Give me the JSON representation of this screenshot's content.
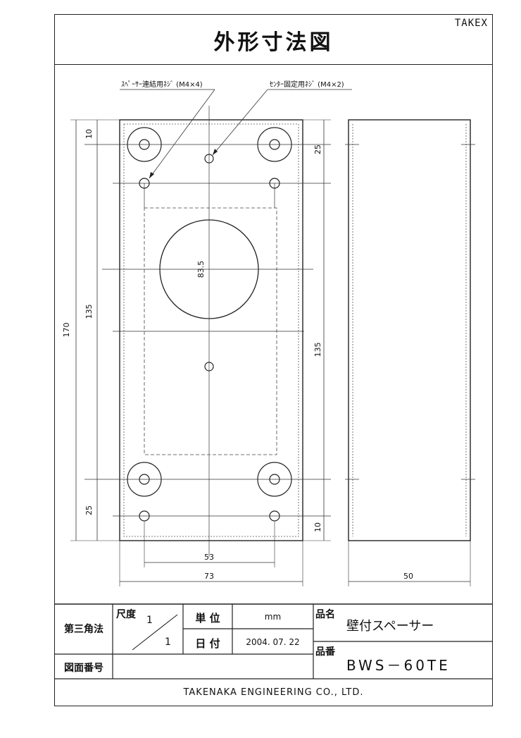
{
  "header": {
    "title": "外形寸法図",
    "brand": "TAKEX"
  },
  "callouts": {
    "spacer_screw": "ｽﾍﾟｰｻｰ連結用ﾈｼﾞ (M4×4)",
    "center_screw": "ｾﾝﾀｰ固定用ﾈｼﾞ (M4×2)"
  },
  "dimensions": {
    "left_top": "10",
    "left_mid": "135",
    "left_bottom": "25",
    "overall_height": "170",
    "center_dia": "83.5",
    "right_top": "25",
    "right_mid": "135",
    "right_bottom": "10",
    "hole_spacing": "53",
    "overall_width": "73",
    "side_width": "50"
  },
  "title_block": {
    "projection": "第三角法",
    "scale_label": "尺度",
    "scale_num": "1",
    "scale_den": "1",
    "unit_label": "単 位",
    "unit_value": "mm",
    "date_label": "日 付",
    "date_value": "2004. 07. 22",
    "name_label": "品名",
    "name_value": "壁付スペーサー",
    "part_label": "品番",
    "part_value": "BWS－60TE",
    "drawing_no_label": "図面番号",
    "drawing_no_value": "",
    "company": "TAKENAKA ENGINEERING CO., LTD."
  }
}
